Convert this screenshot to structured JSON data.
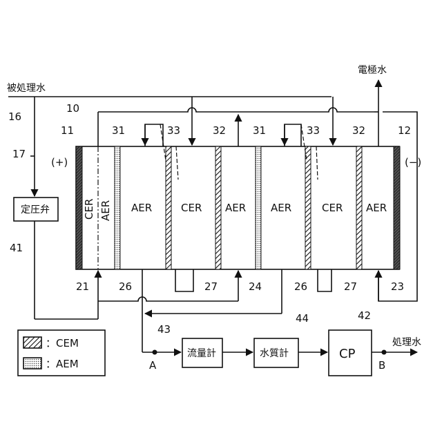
{
  "labels": {
    "raw_water": "被処理水",
    "electrode_water": "電極水",
    "treated_water": "処理水",
    "pressure_valve": "定圧弁",
    "flowmeter": "流量計",
    "quality_meter": "水質計",
    "cp": "CP",
    "point_a": "A",
    "point_b": "B",
    "plus": "(+)",
    "minus": "(−)"
  },
  "refs": {
    "r10": "10",
    "r11": "11",
    "r12": "12",
    "r16": "16",
    "r17": "17",
    "r21": "21",
    "r23": "23",
    "r24": "24",
    "r26a": "26",
    "r26b": "26",
    "r27a": "27",
    "r27b": "27",
    "r31a": "31",
    "r31b": "31",
    "r32a": "32",
    "r32b": "32",
    "r33a": "33",
    "r33b": "33",
    "r41": "41",
    "r42": "42",
    "r43": "43",
    "r44": "44"
  },
  "channels": {
    "c1a": "CER",
    "c1b": "AER",
    "c2": "AER",
    "c3": "CER",
    "c4": "AER",
    "c5": "AER",
    "c6": "CER",
    "c7": "AER"
  },
  "legend": {
    "cem": "：CEM",
    "aem": "：AEM"
  }
}
